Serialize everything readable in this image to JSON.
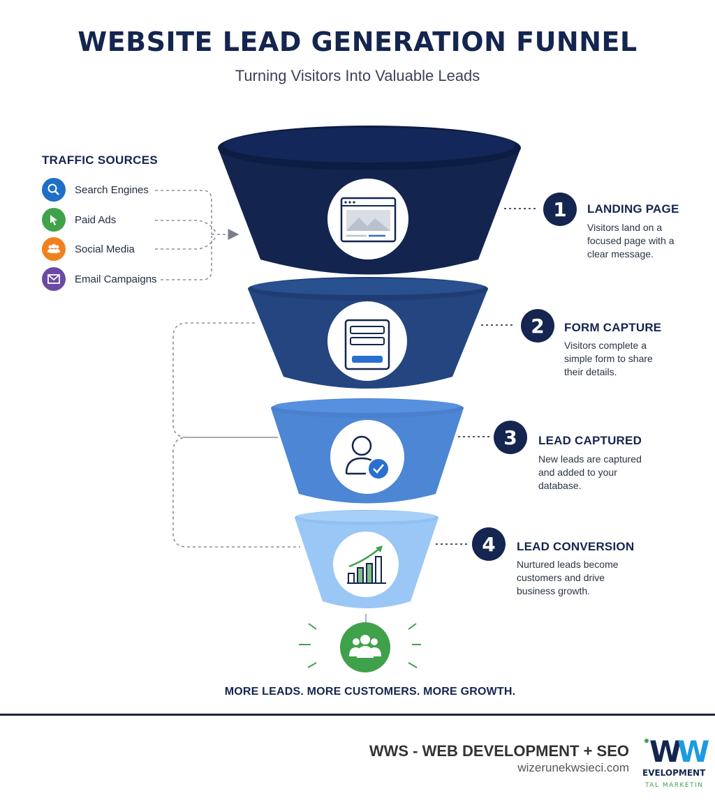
{
  "header": {
    "title": "WEBSITE LEAD GENERATION FUNNEL",
    "subtitle": "Turning Visitors Into Valuable Leads"
  },
  "traffic_sources": {
    "heading": "TRAFFIC SOURCES",
    "items": [
      {
        "label": "Search Engines",
        "icon": "search-icon",
        "color": "#1e6fc7"
      },
      {
        "label": "Paid Ads",
        "icon": "cursor-icon",
        "color": "#3fa14a"
      },
      {
        "label": "Social Media",
        "icon": "people-icon",
        "color": "#f0811f"
      },
      {
        "label": "Email Campaigns",
        "icon": "mail-icon",
        "color": "#6a4aa5"
      }
    ]
  },
  "steps": [
    {
      "number": "1",
      "title": "LANDING PAGE",
      "description": "Visitors land on a focused page with a clear message.",
      "icon": "webpage-icon",
      "color": "#13254f"
    },
    {
      "number": "2",
      "title": "FORM CAPTURE",
      "description": "Visitors complete a simple form to share their details.",
      "icon": "form-icon",
      "color": "#24457f"
    },
    {
      "number": "3",
      "title": "LEAD CAPTURED",
      "description": "New leads are captured and added to your database.",
      "icon": "user-check-icon",
      "color": "#4d86d4"
    },
    {
      "number": "4",
      "title": "LEAD CONVERSION",
      "description": "Nurtured leads become customers and drive business growth.",
      "icon": "growth-chart-icon",
      "color": "#9ac7f5"
    }
  ],
  "result": {
    "icon": "group-icon",
    "color": "#3fa14a"
  },
  "tagline": "MORE LEADS. MORE CUSTOMERS. MORE GROWTH.",
  "footer": {
    "title": "WWS - WEB DEVELOPMENT + SEO",
    "url": "wizerunekwsieci.com",
    "logo_mark": "W",
    "logo_line1": "EVELOPMENT",
    "logo_line2": "TAL MARKETIN"
  }
}
